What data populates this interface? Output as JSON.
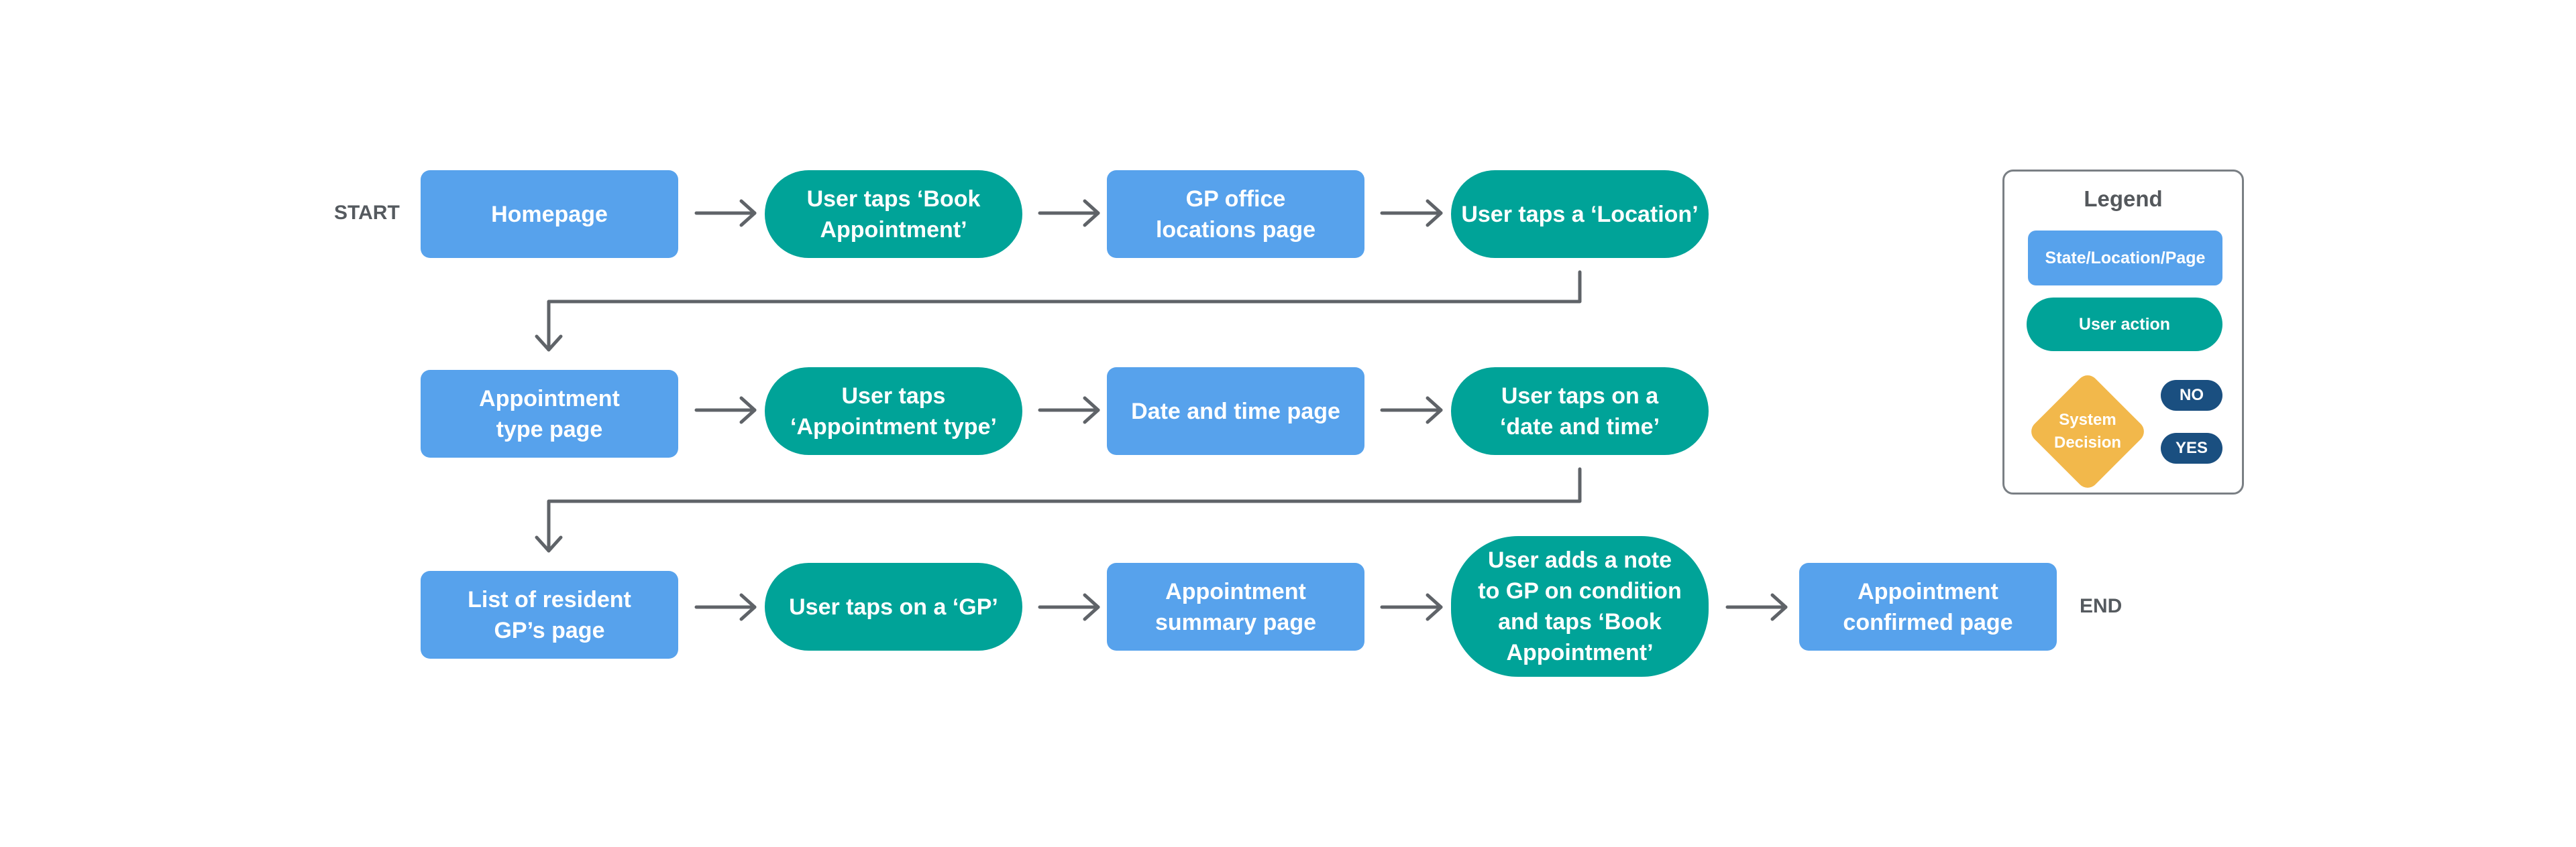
{
  "flow": {
    "start_label": "START",
    "end_label": "END",
    "row1": [
      {
        "type": "page",
        "label": "Homepage"
      },
      {
        "type": "action",
        "label": "User taps ‘Book\nAppointment’"
      },
      {
        "type": "page",
        "label": "GP office\nlocations page"
      },
      {
        "type": "action",
        "label": "User taps a ‘Location’"
      }
    ],
    "row2": [
      {
        "type": "page",
        "label": "Appointment\ntype page"
      },
      {
        "type": "action",
        "label": "User taps\n‘Appointment type’"
      },
      {
        "type": "page",
        "label": "Date and time page"
      },
      {
        "type": "action",
        "label": "User taps on a\n‘date and time’"
      }
    ],
    "row3": [
      {
        "type": "page",
        "label": "List of resident\nGP’s page"
      },
      {
        "type": "action",
        "label": "User taps on a ‘GP’"
      },
      {
        "type": "page",
        "label": "Appointment\nsummary page"
      },
      {
        "type": "action",
        "label": "User adds a note\nto GP on condition\nand taps ‘Book\nAppointment’"
      },
      {
        "type": "page",
        "label": "Appointment\nconfirmed page"
      }
    ]
  },
  "legend": {
    "title": "Legend",
    "page_label": "State/Location/Page",
    "action_label": "User action",
    "decision_label": "System\nDecision",
    "no_label": "NO",
    "yes_label": "YES"
  },
  "colors": {
    "page": "#57a2ec",
    "action": "#00a398",
    "decision": "#f2b84b",
    "pill": "#1a4f80",
    "connector": "#5f6368"
  }
}
